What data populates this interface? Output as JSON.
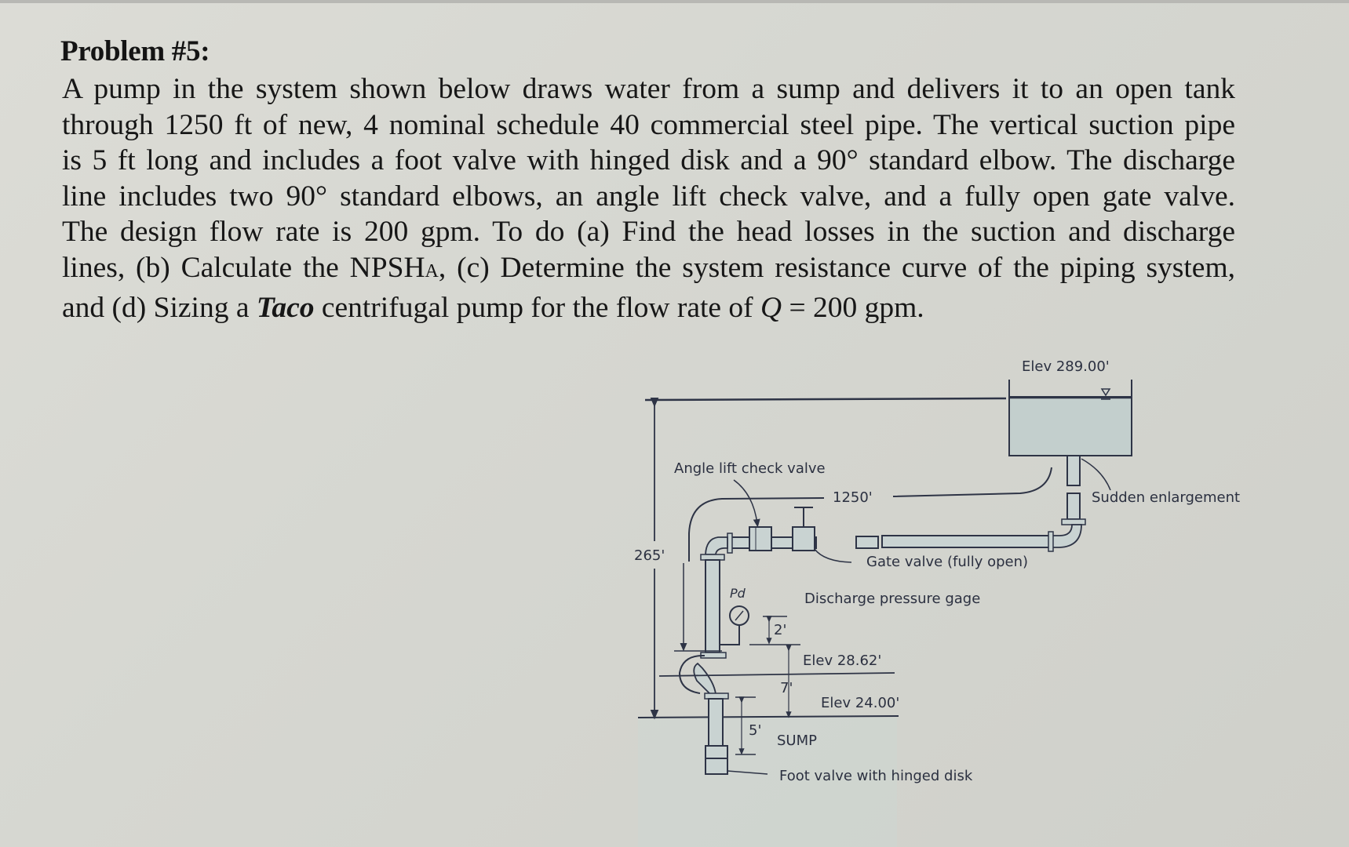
{
  "problem": {
    "title": "Problem #5:",
    "lines": [
      "A pump in the system shown below draws water from a sump and delivers it to an open tank",
      "through 1250 ft of new, 4 nominal schedule 40 commercial steel pipe. The vertical suction pipe",
      "is 5 ft long and includes a foot valve with hinged disk and a 90° standard elbow. The discharge",
      "line includes two 90° standard elbows, an angle lift check valve, and a fully open gate valve."
    ],
    "line5": "The design flow rate is 200 gpm. To do (a) Find the head losses in the suction and discharge",
    "line6_a": "lines, (b) Calculate the NPSH",
    "line6_sub": "A",
    "line6_b": ", (c) Determine the system resistance curve of the piping system,",
    "line7_a": "and (d) Sizing a ",
    "line7_brand": "Taco",
    "line7_b": " centrifugal pump for the flow rate of ",
    "line7_var": "Q",
    "line7_c": " = 200 gpm."
  },
  "diagram": {
    "tank_elevation": "Elev 289.00'",
    "angle_lift_check_valve": "Angle lift check valve",
    "pipe_length": "1250'",
    "sudden_enlargement": "Sudden enlargement",
    "total_height": "265'",
    "gate_valve": "Gate valve (fully open)",
    "pressure_symbol": "Pd",
    "discharge_pressure_gage": "Discharge pressure gage",
    "gage_offset": "2'",
    "pump_elevation": "Elev 28.62'",
    "pump_to_sump": "7'",
    "sump_elevation": "Elev 24.00'",
    "suction_length": "5'",
    "sump_label": "SUMP",
    "foot_valve": "Foot valve with hinged disk"
  },
  "colors": {
    "pipe_fill": "#c9d3d2",
    "water_fill": "#c3cfcd",
    "line": "#2e3446"
  }
}
